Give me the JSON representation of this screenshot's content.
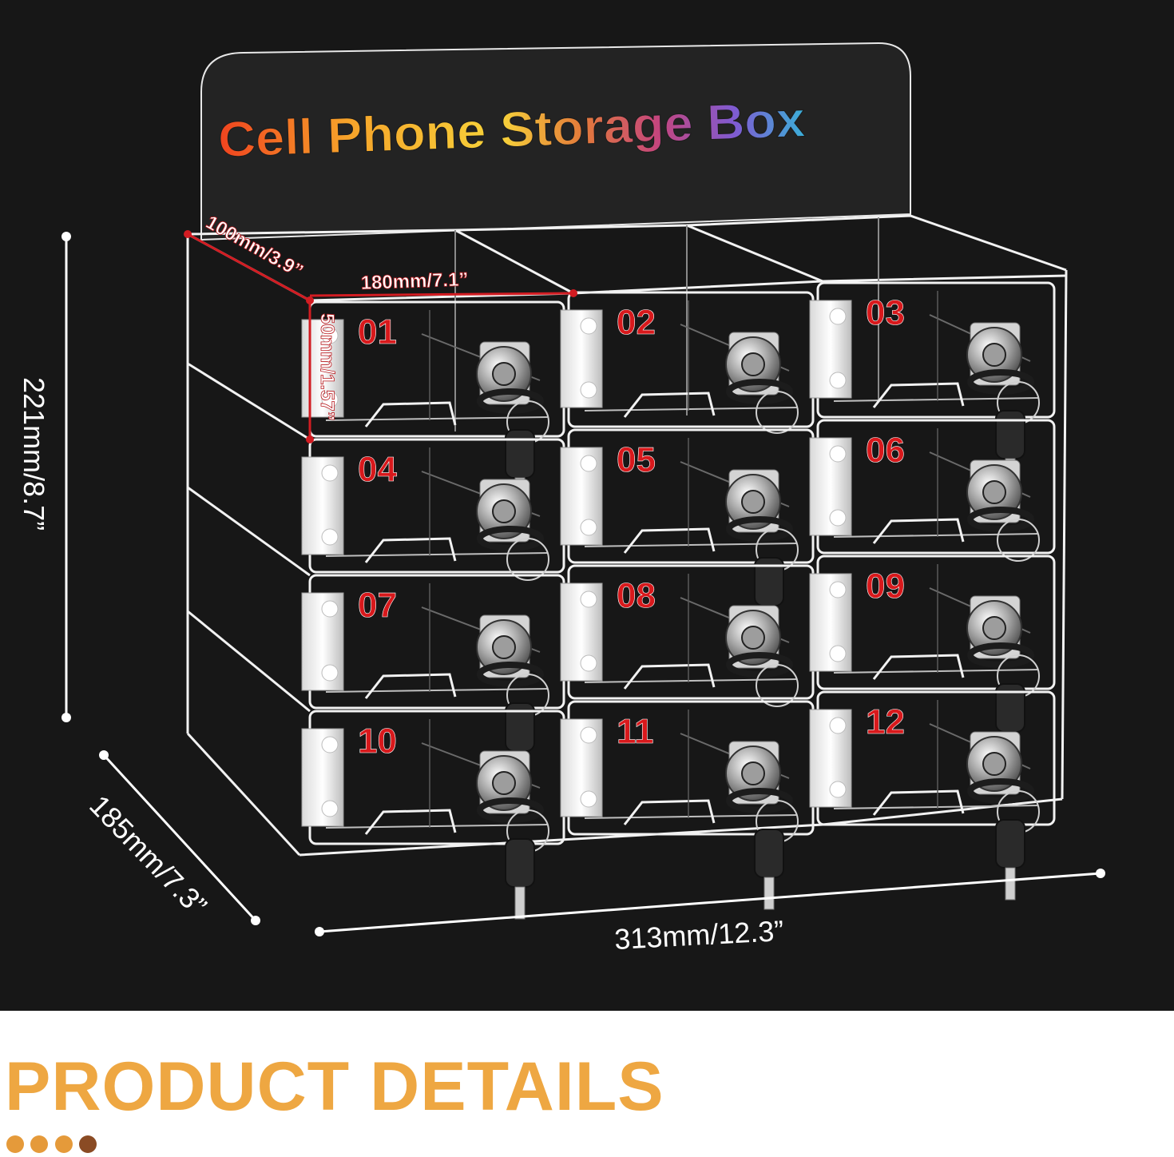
{
  "product": {
    "header_title": "Cell Phone Storage Box",
    "compartments": [
      {
        "number": "01"
      },
      {
        "number": "02"
      },
      {
        "number": "03"
      },
      {
        "number": "04"
      },
      {
        "number": "05"
      },
      {
        "number": "06"
      },
      {
        "number": "07"
      },
      {
        "number": "08"
      },
      {
        "number": "09"
      },
      {
        "number": "10"
      },
      {
        "number": "11"
      },
      {
        "number": "12"
      }
    ]
  },
  "dimensions": {
    "depth_top": "100mm/3.9”",
    "door_width": "180mm/7.1”",
    "door_height": "50mm/1.57”",
    "total_height": "221mm/8.7”",
    "total_depth": "185mm/7.3”",
    "total_width": "313mm/12.3”"
  },
  "section": {
    "heading": "PRODUCT DETAILS"
  },
  "colors": {
    "background": "#171717",
    "acrylic_edge": "#f2f2f2",
    "number_red": "#d8191c",
    "dimension_red": "#d21c22",
    "heading_orange": "#eea742",
    "dot_orange": "#e59a3a",
    "dot_brown": "#8a4b24"
  }
}
